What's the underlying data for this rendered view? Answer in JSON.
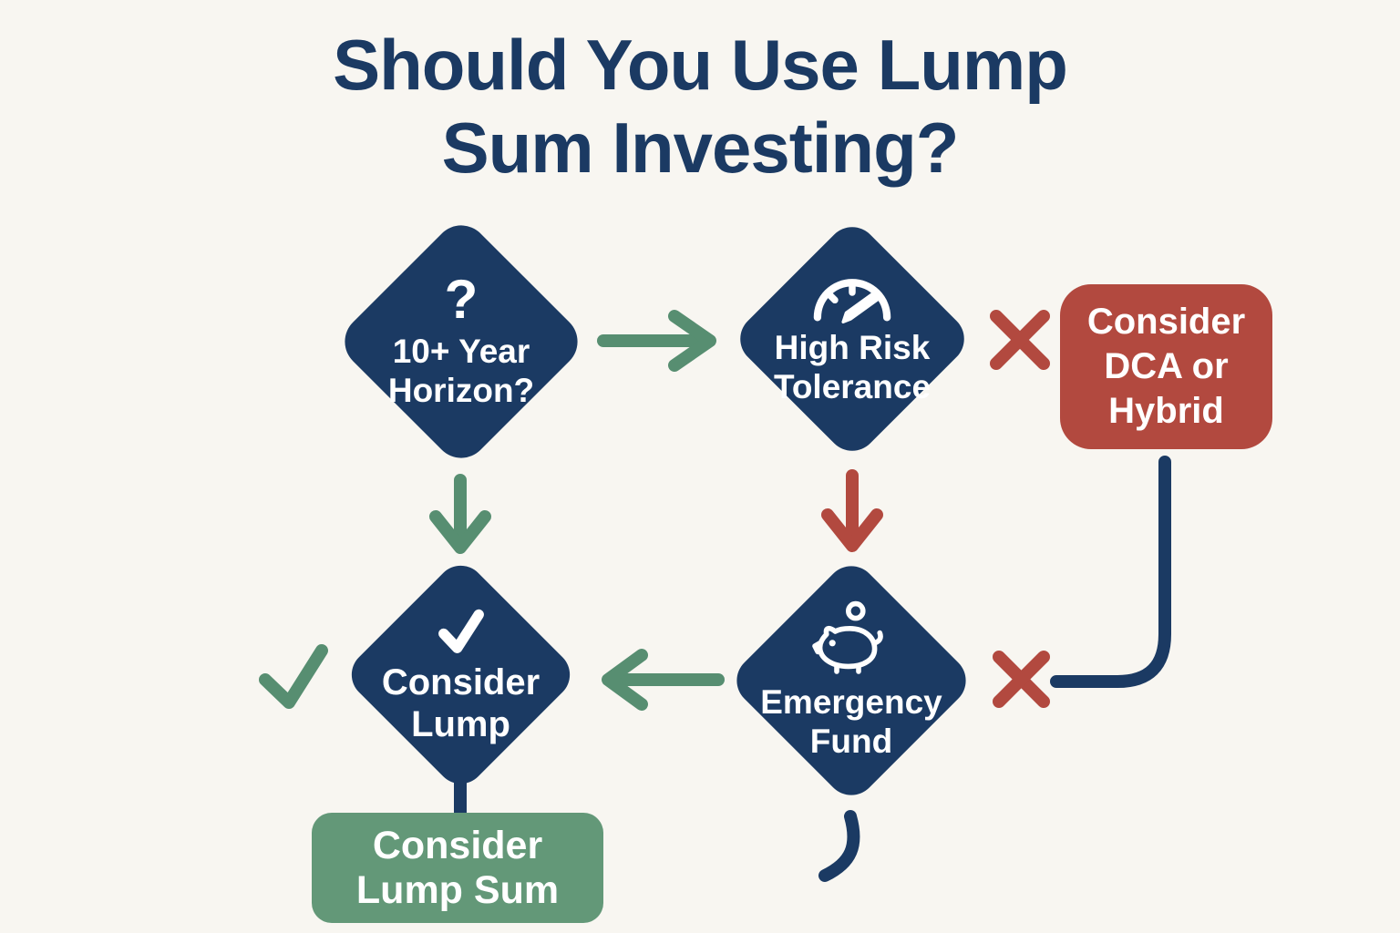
{
  "title": {
    "text": "Should You Use Lump Sum Investing?",
    "line1": "Should You Use Lump",
    "line2": "Sum Investing?"
  },
  "nodes": {
    "horizon": {
      "label": "10+ Year Horizon?",
      "icon": "question-mark-icon"
    },
    "risk": {
      "label": "High Risk Tolerance",
      "icon": "gauge-icon"
    },
    "lump": {
      "label": "Consider Lump",
      "icon": "check-icon"
    },
    "emergency": {
      "label": "Emergency Fund",
      "icon": "piggy-bank-icon"
    }
  },
  "outcomes": {
    "dca": {
      "label": "Consider DCA or Hybrid"
    },
    "lump_sum": {
      "label": "Consider Lump Sum"
    }
  },
  "icons": {
    "horizon_glyph": "?"
  },
  "edges": [
    {
      "from": "horizon",
      "to": "risk",
      "mark": "green-arrow-right"
    },
    {
      "from": "horizon",
      "to": "lump",
      "mark": "green-arrow-down"
    },
    {
      "from": "risk",
      "to": "dca",
      "mark": "red-x"
    },
    {
      "from": "risk",
      "to": "emergency",
      "mark": "red-arrow-down"
    },
    {
      "from": "dca",
      "to": "emergency",
      "mark": "navy-elbow-line-ending-in-red-x"
    },
    {
      "from": "emergency",
      "to": "lump",
      "mark": "green-arrow-left"
    },
    {
      "from": "lump",
      "to": "lump_sum",
      "mark": "navy-line"
    },
    {
      "from": "lump",
      "to": null,
      "mark": "green-check-left-of-node"
    },
    {
      "from": "emergency",
      "to": null,
      "mark": "navy-curved-tail-below-node"
    }
  ],
  "colors": {
    "background": "#f8f6f1",
    "navy": "#1b3a63",
    "green_arrow": "#578e71",
    "green_box": "#639878",
    "red": "#b2493f",
    "text_on_shapes": "#ffffff"
  }
}
